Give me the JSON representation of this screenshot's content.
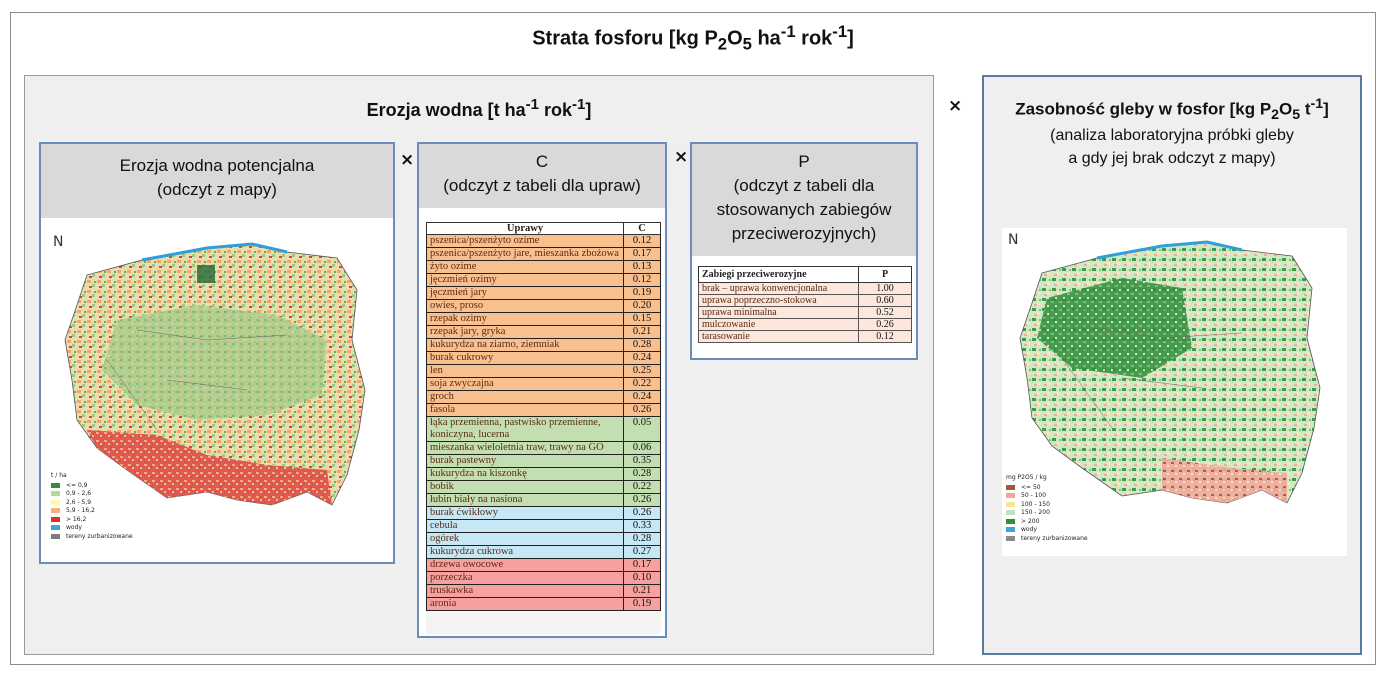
{
  "title": {
    "main": "Strata fosforu [kg P",
    "sub2": "2",
    "o": "O",
    "sub5": "5",
    "ha": " ha",
    "sup1": "-1",
    "rok": " rok",
    "sup2": "-1",
    "close": "]"
  },
  "multiply": "×",
  "erosion": {
    "title_pre": "Erozja wodna [t ha",
    "sup1": "-1",
    "mid": " rok",
    "sup2": "-1",
    "post": "]",
    "potential": {
      "line1": "Erozja wodna potencjalna",
      "line2": "(odczyt z mapy)",
      "legend_title": "t / ha",
      "legend": [
        {
          "label": "<= 0,9",
          "color": "#3b8a3e"
        },
        {
          "label": "0,9 - 2,6",
          "color": "#b6d89a"
        },
        {
          "label": "2,6 - 5,9",
          "color": "#fff6b0"
        },
        {
          "label": "5,9 - 16,2",
          "color": "#f4b076"
        },
        {
          "label": "> 16,2",
          "color": "#e02c2c"
        },
        {
          "label": "wody",
          "color": "#3aa7d8"
        },
        {
          "label": "tereny zurbanizowane",
          "color": "#7d7d7d"
        }
      ]
    },
    "c_panel": {
      "line1": "C",
      "line2": "(odczyt z tabeli dla upraw)",
      "col1": "Uprawy",
      "col2": "C",
      "rows": [
        {
          "name": "pszenica/pszenżyto ozime",
          "value": "0.12",
          "color": "#f9c08f"
        },
        {
          "name": "pszenica/pszenżyto jare, mieszanka zbożowa",
          "value": "0.17",
          "color": "#f9c08f"
        },
        {
          "name": "żyto ozime",
          "value": "0.13",
          "color": "#f9c08f"
        },
        {
          "name": "jęczmień ozimy",
          "value": "0.12",
          "color": "#f9c08f"
        },
        {
          "name": "jęczmień jary",
          "value": "0.19",
          "color": "#f9c08f"
        },
        {
          "name": "owies, proso",
          "value": "0.20",
          "color": "#f9c08f"
        },
        {
          "name": "rzepak ozimy",
          "value": "0.15",
          "color": "#f9c08f"
        },
        {
          "name": "rzepak jary, gryka",
          "value": "0.21",
          "color": "#f9c08f"
        },
        {
          "name": "kukurydza na ziarno, ziemniak",
          "value": "0.28",
          "color": "#f9c08f"
        },
        {
          "name": "burak cukrowy",
          "value": "0.24",
          "color": "#f9c08f"
        },
        {
          "name": "len",
          "value": "0.25",
          "color": "#f9c08f"
        },
        {
          "name": "soja zwyczajna",
          "value": "0.22",
          "color": "#f9c08f"
        },
        {
          "name": "groch",
          "value": "0.24",
          "color": "#f9c08f"
        },
        {
          "name": "fasola",
          "value": "0.26",
          "color": "#f9c08f"
        },
        {
          "name": "łąka przemienna, pastwisko przemienne, koniczyna, lucerna",
          "value": "0.05",
          "color": "#c3dfb2"
        },
        {
          "name": "mieszanka wieloletnia traw, trawy na GO",
          "value": "0.06",
          "color": "#c3dfb2"
        },
        {
          "name": "burak pastewny",
          "value": "0.35",
          "color": "#c3dfb2"
        },
        {
          "name": "kukurydza na kiszonkę",
          "value": "0.28",
          "color": "#c3dfb2"
        },
        {
          "name": "bobik",
          "value": "0.22",
          "color": "#c3dfb2"
        },
        {
          "name": "łubin biały na nasiona",
          "value": "0.26",
          "color": "#c3dfb2"
        },
        {
          "name": "burak ćwikłowy",
          "value": "0.26",
          "color": "#c6e7f5"
        },
        {
          "name": "cebula",
          "value": "0.33",
          "color": "#c6e7f5"
        },
        {
          "name": "ogórek",
          "value": "0.28",
          "color": "#c6e7f5"
        },
        {
          "name": "kukurydza cukrowa",
          "value": "0.27",
          "color": "#c6e7f5"
        },
        {
          "name": "drzewa owocowe",
          "value": "0.17",
          "color": "#f7a0a0"
        },
        {
          "name": "porzeczka",
          "value": "0.10",
          "color": "#f7a0a0"
        },
        {
          "name": "truskawka",
          "value": "0.21",
          "color": "#f7a0a0"
        },
        {
          "name": "aronia",
          "value": "0.19",
          "color": "#f7a0a0"
        }
      ]
    },
    "p_panel": {
      "line1": "P",
      "line2": "(odczyt z tabeli dla",
      "line3": "stosowanych zabiegów",
      "line4": "przeciwerozyjnych)",
      "col1": "Zabiegi przeciwerozyjne",
      "col2": "P",
      "rows": [
        {
          "name": "brak – uprawa konwencjonalna",
          "value": "1.00"
        },
        {
          "name": "uprawa poprzeczno-stokowa",
          "value": "0.60"
        },
        {
          "name": "uprawa minimalna",
          "value": "0.52"
        },
        {
          "name": "mulczowanie",
          "value": "0.26"
        },
        {
          "name": "tarasowanie",
          "value": "0.12"
        }
      ]
    }
  },
  "phosphorus": {
    "title_pre": "Zasobność gleby w fosfor [kg P",
    "sub2": "2",
    "o": "O",
    "sub5": "5",
    "t": " t",
    "sup": "-1",
    "close": "]",
    "line2": "(analiza laboratoryjna próbki gleby",
    "line3": "a gdy jej brak odczyt z mapy)",
    "legend_title": "mg P2O5 / kg",
    "legend": [
      {
        "label": "<= 50",
        "color": "#9a5a3c"
      },
      {
        "label": "50 - 100",
        "color": "#f4a59a"
      },
      {
        "label": "100 - 150",
        "color": "#fbe59a"
      },
      {
        "label": "150 - 200",
        "color": "#bfe3c0"
      },
      {
        "label": "> 200",
        "color": "#2f8f3a"
      },
      {
        "label": "wody",
        "color": "#3aa7d8"
      },
      {
        "label": "tereny zurbanizowane",
        "color": "#8a8a8a"
      }
    ]
  },
  "north_symbol": "N"
}
